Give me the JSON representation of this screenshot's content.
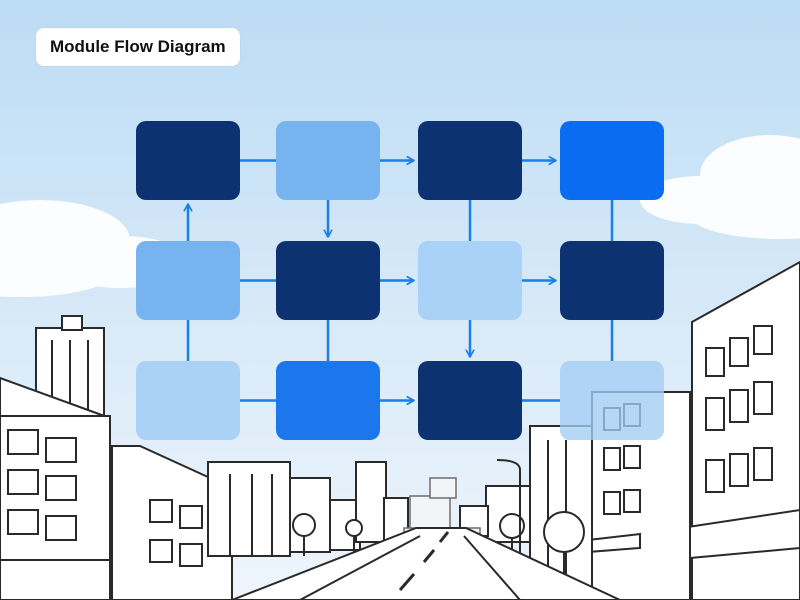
{
  "title": "Module Flow Diagram",
  "colors": {
    "navy": "#0d3272",
    "light": "#77b4ef",
    "pale": "#a6cff5",
    "bright": "#1c76ec",
    "blue": "#0a6cf1",
    "arrow": "#1a7fe6",
    "sky_top": "#bcdcf5",
    "sky_bottom": "#e8f2fb"
  },
  "diagram": {
    "rows": 3,
    "cols": 4,
    "nodes": [
      {
        "id": "n-r1c1",
        "row": 1,
        "col": 1,
        "fill": "navy"
      },
      {
        "id": "n-r1c2",
        "row": 1,
        "col": 2,
        "fill": "light"
      },
      {
        "id": "n-r1c3",
        "row": 1,
        "col": 3,
        "fill": "navy"
      },
      {
        "id": "n-r1c4",
        "row": 1,
        "col": 4,
        "fill": "blue"
      },
      {
        "id": "n-r2c1",
        "row": 2,
        "col": 1,
        "fill": "light"
      },
      {
        "id": "n-r2c2",
        "row": 2,
        "col": 2,
        "fill": "navy"
      },
      {
        "id": "n-r2c3",
        "row": 2,
        "col": 3,
        "fill": "pale"
      },
      {
        "id": "n-r2c4",
        "row": 2,
        "col": 4,
        "fill": "navy"
      },
      {
        "id": "n-r3c1",
        "row": 3,
        "col": 1,
        "fill": "pale"
      },
      {
        "id": "n-r3c2",
        "row": 3,
        "col": 2,
        "fill": "bright"
      },
      {
        "id": "n-r3c3",
        "row": 3,
        "col": 3,
        "fill": "navy"
      },
      {
        "id": "n-r3c4",
        "row": 3,
        "col": 4,
        "fill": "ghost"
      }
    ],
    "edges": [
      {
        "from": "n-r1c1",
        "to": "n-r1c2",
        "arrow": false
      },
      {
        "from": "n-r1c2",
        "to": "n-r1c3",
        "arrow": true
      },
      {
        "from": "n-r1c3",
        "to": "n-r1c4",
        "arrow": true
      },
      {
        "from": "n-r2c1",
        "to": "n-r2c2",
        "arrow": false
      },
      {
        "from": "n-r2c2",
        "to": "n-r2c3",
        "arrow": true
      },
      {
        "from": "n-r2c3",
        "to": "n-r2c4",
        "arrow": true
      },
      {
        "from": "n-r3c1",
        "to": "n-r3c2",
        "arrow": false
      },
      {
        "from": "n-r3c2",
        "to": "n-r3c3",
        "arrow": true
      },
      {
        "from": "n-r3c3",
        "to": "n-r3c4",
        "arrow": false
      },
      {
        "from": "n-r2c1",
        "to": "n-r1c1",
        "arrow": true
      },
      {
        "from": "n-r3c1",
        "to": "n-r2c1",
        "arrow": false
      },
      {
        "from": "n-r1c2",
        "to": "n-r2c2",
        "arrow": true
      },
      {
        "from": "n-r2c2",
        "to": "n-r3c2",
        "arrow": false
      },
      {
        "from": "n-r1c3",
        "to": "n-r2c3",
        "arrow": false
      },
      {
        "from": "n-r2c3",
        "to": "n-r3c3",
        "arrow": true
      },
      {
        "from": "n-r1c4",
        "to": "n-r2c4",
        "arrow": false
      },
      {
        "from": "n-r2c4",
        "to": "n-r3c4",
        "arrow": false
      }
    ]
  }
}
